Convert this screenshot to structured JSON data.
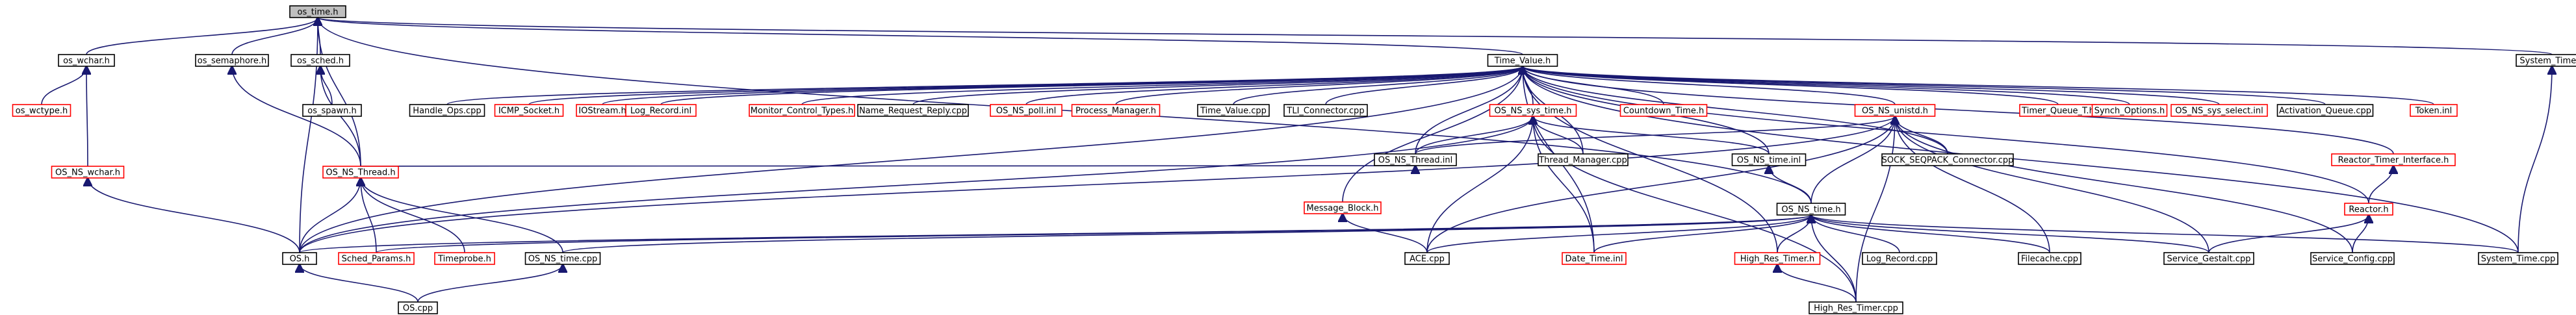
{
  "graph": {
    "root": "os_time.h",
    "nodes": [
      {
        "id": "os_time",
        "label": "os_time.h",
        "style": "root"
      },
      {
        "id": "os_wchar",
        "label": "os_wchar.h",
        "style": "black"
      },
      {
        "id": "os_semaphore",
        "label": "os_semaphore.h",
        "style": "black"
      },
      {
        "id": "os_sched",
        "label": "os_sched.h",
        "style": "black"
      },
      {
        "id": "time_value",
        "label": "Time_Value.h",
        "style": "black"
      },
      {
        "id": "system_time_h",
        "label": "System_Time.h",
        "style": "black"
      },
      {
        "id": "os_wctype",
        "label": "os_wctype.h",
        "style": "red"
      },
      {
        "id": "os_spawn",
        "label": "os_spawn.h",
        "style": "black"
      },
      {
        "id": "handle_ops",
        "label": "Handle_Ops.cpp",
        "style": "black"
      },
      {
        "id": "icmp_socket",
        "label": "ICMP_Socket.h",
        "style": "red"
      },
      {
        "id": "iostream",
        "label": "IOStream.h",
        "style": "red"
      },
      {
        "id": "log_record_inl",
        "label": "Log_Record.inl",
        "style": "red"
      },
      {
        "id": "monitor_control",
        "label": "Monitor_Control_Types.h",
        "style": "red"
      },
      {
        "id": "name_request",
        "label": "Name_Request_Reply.cpp",
        "style": "black"
      },
      {
        "id": "os_ns_poll",
        "label": "OS_NS_poll.inl",
        "style": "red"
      },
      {
        "id": "process_manager",
        "label": "Process_Manager.h",
        "style": "red"
      },
      {
        "id": "time_value_cpp",
        "label": "Time_Value.cpp",
        "style": "black"
      },
      {
        "id": "tli_connector",
        "label": "TLI_Connector.cpp",
        "style": "black"
      },
      {
        "id": "os_ns_sys_time",
        "label": "OS_NS_sys_time.h",
        "style": "red"
      },
      {
        "id": "countdown_time",
        "label": "Countdown_Time.h",
        "style": "red"
      },
      {
        "id": "os_ns_unistd",
        "label": "OS_NS_unistd.h",
        "style": "red"
      },
      {
        "id": "timer_queue",
        "label": "Timer_Queue_T.h",
        "style": "red"
      },
      {
        "id": "synch_options",
        "label": "Synch_Options.h",
        "style": "red"
      },
      {
        "id": "os_ns_sys_select",
        "label": "OS_NS_sys_select.inl",
        "style": "red"
      },
      {
        "id": "activation_queue",
        "label": "Activation_Queue.cpp",
        "style": "black"
      },
      {
        "id": "token_inl",
        "label": "Token.inl",
        "style": "red"
      },
      {
        "id": "os_ns_wchar",
        "label": "OS_NS_wchar.h",
        "style": "red"
      },
      {
        "id": "os_ns_thread_h",
        "label": "OS_NS_Thread.h",
        "style": "red"
      },
      {
        "id": "os_ns_thread_inl",
        "label": "OS_NS_Thread.inl",
        "style": "black"
      },
      {
        "id": "thread_manager",
        "label": "Thread_Manager.cpp",
        "style": "black"
      },
      {
        "id": "os_ns_time_inl",
        "label": "OS_NS_time.inl",
        "style": "black"
      },
      {
        "id": "sock_seqpack",
        "label": "SOCK_SEQPACK_Connector.cpp",
        "style": "black"
      },
      {
        "id": "reactor_timer",
        "label": "Reactor_Timer_Interface.h",
        "style": "red"
      },
      {
        "id": "message_block",
        "label": "Message_Block.h",
        "style": "red"
      },
      {
        "id": "os_ns_time_h",
        "label": "OS_NS_time.h",
        "style": "black"
      },
      {
        "id": "reactor_h",
        "label": "Reactor.h",
        "style": "red"
      },
      {
        "id": "os_h",
        "label": "OS.h",
        "style": "black"
      },
      {
        "id": "sched_params",
        "label": "Sched_Params.h",
        "style": "red"
      },
      {
        "id": "timeprobe",
        "label": "Timeprobe.h",
        "style": "red"
      },
      {
        "id": "os_ns_time_cpp",
        "label": "OS_NS_time.cpp",
        "style": "black"
      },
      {
        "id": "ace_cpp",
        "label": "ACE.cpp",
        "style": "black"
      },
      {
        "id": "date_time",
        "label": "Date_Time.inl",
        "style": "red"
      },
      {
        "id": "high_res_timer_h",
        "label": "High_Res_Timer.h",
        "style": "red"
      },
      {
        "id": "log_record_cpp",
        "label": "Log_Record.cpp",
        "style": "black"
      },
      {
        "id": "filecache",
        "label": "Filecache.cpp",
        "style": "black"
      },
      {
        "id": "service_gestalt",
        "label": "Service_Gestalt.cpp",
        "style": "black"
      },
      {
        "id": "service_config",
        "label": "Service_Config.cpp",
        "style": "black"
      },
      {
        "id": "system_time_cpp",
        "label": "System_Time.cpp",
        "style": "black"
      },
      {
        "id": "os_cpp",
        "label": "OS.cpp",
        "style": "black"
      },
      {
        "id": "high_res_timer_cpp",
        "label": "High_Res_Timer.cpp",
        "style": "black"
      }
    ],
    "edges": [
      [
        "os_wchar",
        "os_time"
      ],
      [
        "os_semaphore",
        "os_time"
      ],
      [
        "os_sched",
        "os_time"
      ],
      [
        "time_value",
        "os_time"
      ],
      [
        "system_time_h",
        "os_time"
      ],
      [
        "os_h",
        "os_time"
      ],
      [
        "os_ns_thread_h",
        "os_time"
      ],
      [
        "os_ns_time_h",
        "os_time"
      ],
      [
        "os_ns_wchar",
        "os_wchar"
      ],
      [
        "os_wctype",
        "os_wchar"
      ],
      [
        "os_ns_thread_h",
        "os_semaphore"
      ],
      [
        "os_ns_thread_h",
        "os_sched"
      ],
      [
        "os_spawn",
        "os_sched"
      ],
      [
        "handle_ops",
        "time_value"
      ],
      [
        "icmp_socket",
        "time_value"
      ],
      [
        "iostream",
        "time_value"
      ],
      [
        "log_record_inl",
        "time_value"
      ],
      [
        "monitor_control",
        "time_value"
      ],
      [
        "name_request",
        "time_value"
      ],
      [
        "os_ns_poll",
        "time_value"
      ],
      [
        "process_manager",
        "time_value"
      ],
      [
        "time_value_cpp",
        "time_value"
      ],
      [
        "tli_connector",
        "time_value"
      ],
      [
        "os_ns_sys_time",
        "time_value"
      ],
      [
        "countdown_time",
        "time_value"
      ],
      [
        "os_ns_unistd",
        "time_value"
      ],
      [
        "timer_queue",
        "time_value"
      ],
      [
        "synch_options",
        "time_value"
      ],
      [
        "os_ns_sys_select",
        "time_value"
      ],
      [
        "activation_queue",
        "time_value"
      ],
      [
        "token_inl",
        "time_value"
      ],
      [
        "os_ns_thread_inl",
        "time_value"
      ],
      [
        "thread_manager",
        "time_value"
      ],
      [
        "os_ns_time_inl",
        "time_value"
      ],
      [
        "sock_seqpack",
        "time_value"
      ],
      [
        "reactor_timer",
        "time_value"
      ],
      [
        "message_block",
        "time_value"
      ],
      [
        "reactor_h",
        "time_value"
      ],
      [
        "os_h",
        "time_value"
      ],
      [
        "date_time",
        "time_value"
      ],
      [
        "high_res_timer_h",
        "time_value"
      ],
      [
        "system_time_cpp",
        "time_value"
      ],
      [
        "os_ns_thread_inl",
        "os_ns_sys_time"
      ],
      [
        "thread_manager",
        "os_ns_sys_time"
      ],
      [
        "os_ns_time_inl",
        "os_ns_sys_time"
      ],
      [
        "ace_cpp",
        "os_ns_sys_time"
      ],
      [
        "date_time",
        "os_ns_sys_time"
      ],
      [
        "high_res_timer_cpp",
        "os_ns_sys_time"
      ],
      [
        "os_h",
        "os_ns_sys_time"
      ],
      [
        "os_ns_thread_inl",
        "os_ns_unistd"
      ],
      [
        "sock_seqpack",
        "os_ns_unistd"
      ],
      [
        "ace_cpp",
        "os_ns_unistd"
      ],
      [
        "os_ns_time_h",
        "os_ns_unistd"
      ],
      [
        "filecache",
        "os_ns_unistd"
      ],
      [
        "service_gestalt",
        "os_ns_unistd"
      ],
      [
        "service_config",
        "os_ns_unistd"
      ],
      [
        "high_res_timer_cpp",
        "os_ns_unistd"
      ],
      [
        "os_h",
        "os_ns_unistd"
      ],
      [
        "os_h",
        "os_ns_time_h"
      ],
      [
        "os_ns_time_cpp",
        "os_ns_time_h"
      ],
      [
        "ace_cpp",
        "os_ns_time_h"
      ],
      [
        "date_time",
        "os_ns_time_h"
      ],
      [
        "high_res_timer_h",
        "os_ns_time_h"
      ],
      [
        "log_record_cpp",
        "os_ns_time_h"
      ],
      [
        "filecache",
        "os_ns_time_h"
      ],
      [
        "service_gestalt",
        "os_ns_time_h"
      ],
      [
        "system_time_cpp",
        "os_ns_time_h"
      ],
      [
        "high_res_timer_cpp",
        "os_ns_time_h"
      ],
      [
        "sched_params",
        "os_ns_time_h"
      ],
      [
        "os_h",
        "os_ns_thread_h"
      ],
      [
        "sched_params",
        "os_ns_thread_h"
      ],
      [
        "timeprobe",
        "os_ns_thread_h"
      ],
      [
        "os_ns_time_cpp",
        "os_ns_thread_h"
      ],
      [
        "os_h",
        "os_ns_wchar"
      ],
      [
        "reactor_h",
        "reactor_timer"
      ],
      [
        "service_gestalt",
        "reactor_h"
      ],
      [
        "service_config",
        "reactor_h"
      ],
      [
        "ace_cpp",
        "message_block"
      ],
      [
        "os_cpp",
        "os_h"
      ],
      [
        "os_cpp",
        "os_ns_time_cpp"
      ],
      [
        "high_res_timer_cpp",
        "high_res_timer_h"
      ],
      [
        "os_ns_thread_h",
        "os_ns_thread_inl"
      ],
      [
        "os_ns_time_h",
        "os_ns_time_inl"
      ],
      [
        "system_time_cpp",
        "system_time_h"
      ]
    ]
  }
}
